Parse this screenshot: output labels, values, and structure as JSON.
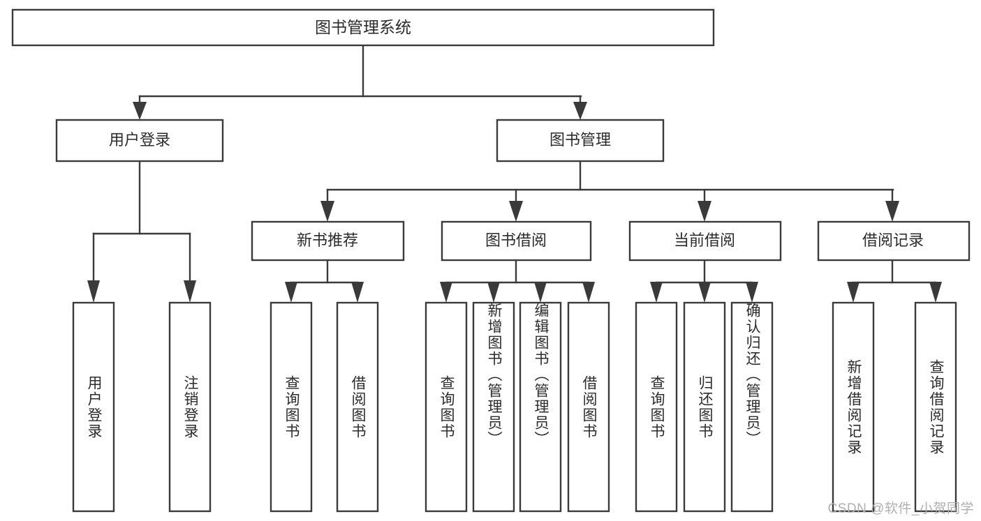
{
  "diagram": {
    "title_node": {
      "label": "图书管理系统"
    },
    "level2": [
      {
        "id": "user-login",
        "label": "用户登录"
      },
      {
        "id": "book-management",
        "label": "图书管理"
      }
    ],
    "level3": [
      {
        "id": "new-book-recommend",
        "label": "新书推荐"
      },
      {
        "id": "book-borrow",
        "label": "图书借阅"
      },
      {
        "id": "current-borrow",
        "label": "当前借阅"
      },
      {
        "id": "borrow-record",
        "label": "借阅记录"
      }
    ],
    "leaves": {
      "user_login": [
        {
          "id": "leaf-user-login",
          "label": "用户登录"
        },
        {
          "id": "leaf-user-logout",
          "label": "注销登录"
        }
      ],
      "new_book_recommend": [
        {
          "id": "leaf-query-book-1",
          "label": "查询图书"
        },
        {
          "id": "leaf-borrow-book-1",
          "label": "借阅图书"
        }
      ],
      "book_borrow": [
        {
          "id": "leaf-query-book-2",
          "label": "查询图书"
        },
        {
          "id": "leaf-add-book",
          "label": "新增图书（管理员）"
        },
        {
          "id": "leaf-edit-book",
          "label": "编辑图书（管理员）"
        },
        {
          "id": "leaf-borrow-book-2",
          "label": "借阅图书"
        }
      ],
      "current_borrow": [
        {
          "id": "leaf-query-book-3",
          "label": "查询图书"
        },
        {
          "id": "leaf-return-book",
          "label": "归还图书"
        },
        {
          "id": "leaf-confirm-return",
          "label": "确认归还（管理员）"
        }
      ],
      "borrow_record": [
        {
          "id": "leaf-add-record",
          "label": "新增借阅记录"
        },
        {
          "id": "leaf-query-record",
          "label": "查询借阅记录"
        }
      ]
    },
    "watermark": "CSDN @软件_小贺同学",
    "colors": {
      "stroke": "#3a3a3a",
      "fill": "#ffffff",
      "text": "#2b2b2b",
      "watermark": "#b0b0b0"
    }
  }
}
